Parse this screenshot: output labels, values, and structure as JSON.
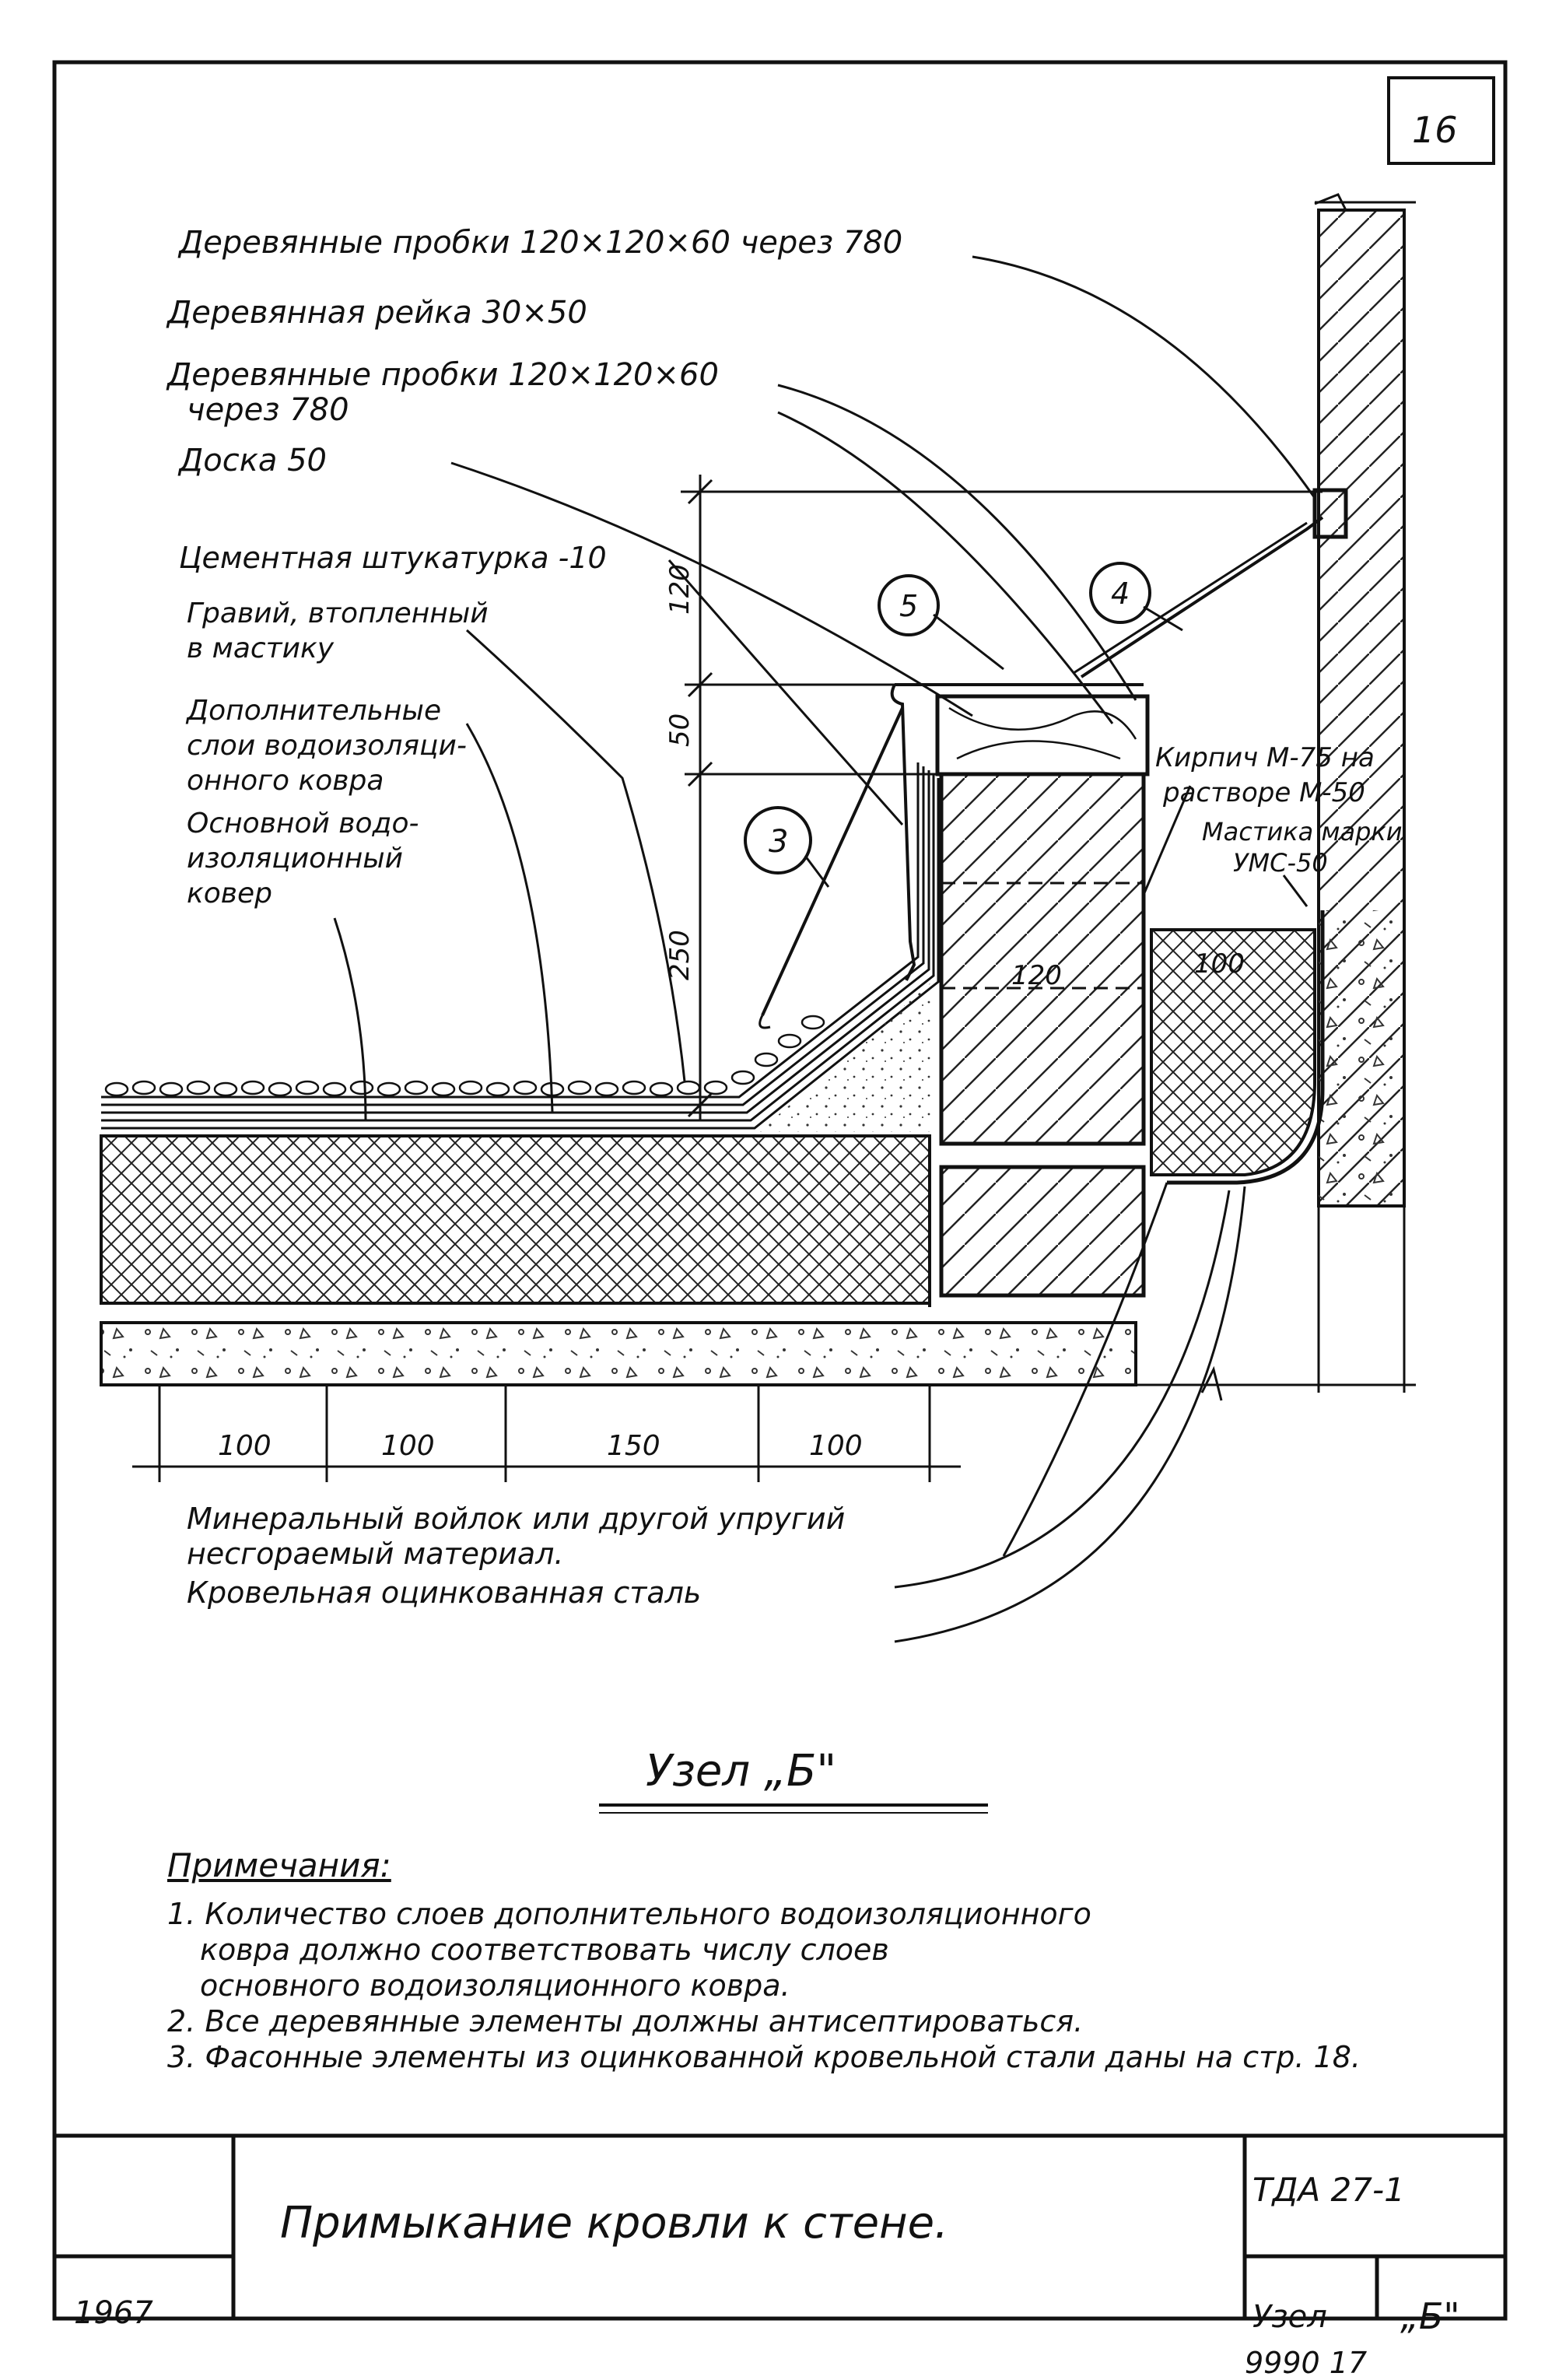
{
  "page_number": "16",
  "labels": {
    "l1": "Деревянные пробки 120×120×60 через 780",
    "l2": "Деревянная рейка 30×50",
    "l3a": "Деревянные пробки 120×120×60",
    "l3b": "через 780",
    "l4": "Доска 50",
    "l5": "Цементная штукатурка -10",
    "l6a": "Гравий, втопленный",
    "l6b": "в мастику",
    "l7a": "Дополнительные",
    "l7b": "слои водоизоляци-",
    "l7c": "онного ковра",
    "l8a": "Основной водо-",
    "l8b": "изоляционный",
    "l8c": "ковер",
    "brick_a": "Кирпич М-75 на",
    "brick_b": "растворе М-50",
    "mastic_a": "Мастика марки",
    "mastic_b": "УМС-50",
    "mineral_a": "Минеральный войлок или другой упругий",
    "mineral_b": "несгораемый материал.",
    "steel": "Кровельная оцинкованная сталь"
  },
  "callouts": {
    "c3": "3",
    "c4": "4",
    "c5": "5"
  },
  "dimensions": {
    "v120": "120",
    "v50": "50",
    "v250": "250",
    "h100a": "100",
    "h100b": "100",
    "h150": "150",
    "h100c": "100",
    "in120": "120",
    "in100": "100"
  },
  "node_title": "Узел „Б\"",
  "notes": {
    "heading": "Примечания:",
    "n1a": "1. Количество слоев дополнительного водоизоляционного",
    "n1b": "ковра должно соответствовать числу слоев",
    "n1c": "основного водоизоляционного ковра.",
    "n2": "2. Все деревянные элементы должны антисептироваться.",
    "n3": "3. Фасонные элементы из оцинкованной кровельной стали даны на стр. 18."
  },
  "stamp": {
    "title": "Примыкание кровли к стене.",
    "code": "ТДА 27-1",
    "year": "1967",
    "sheet_label": "Узел",
    "sheet_value": "„Б\""
  },
  "bottom_number": "9990  17"
}
